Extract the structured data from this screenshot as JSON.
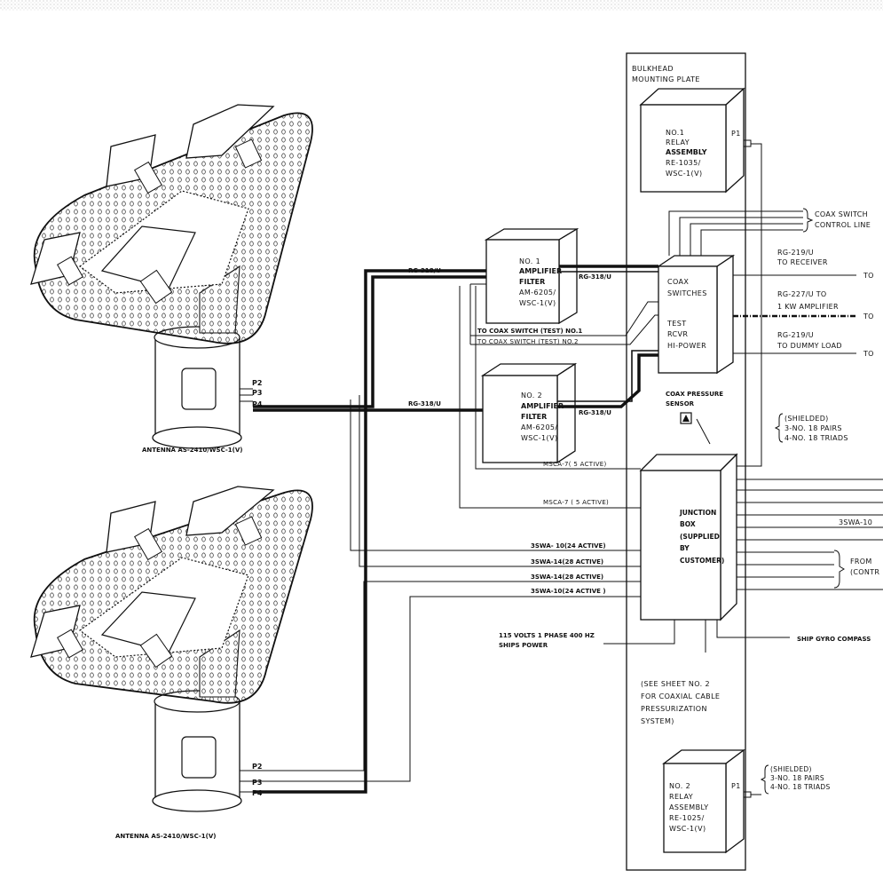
{
  "top_scan_band": "",
  "bulkhead": {
    "title_line1": "BULKHEAD",
    "title_line2": "MOUNTING PLATE"
  },
  "relay1": {
    "lines": [
      "NO.1",
      "RELAY",
      "ASSEMBLY",
      "RE-1035/",
      "WSC-1(V)"
    ],
    "port": "P1"
  },
  "relay2": {
    "lines": [
      "NO. 2",
      "RELAY",
      "ASSEMBLY",
      "RE-1025/",
      "WSC-1(V)"
    ],
    "port": "P1"
  },
  "amp1": {
    "lines": [
      "NO. 1",
      "AMPLIFIER",
      "FILTER",
      "AM-6205/",
      "WSC-1(V)"
    ]
  },
  "amp2": {
    "lines": [
      "NO. 2",
      "AMPLIFIER",
      "FILTER",
      "AM-6205/",
      "WSC-1(V)"
    ]
  },
  "coax_switches": {
    "lines": [
      "COAX",
      "SWITCHES",
      "",
      "TEST",
      "RCVR",
      "HI-POWER"
    ]
  },
  "junction_box": {
    "lines": [
      "JUNCTION",
      "BOX",
      "(SUPPLIED",
      "BY",
      "CUSTOMER)"
    ]
  },
  "coax_pressure": {
    "line1": "COAX PRESSURE",
    "line2": "SENSOR"
  },
  "antenna1": {
    "label": "ANTENNA AS-2410/WSC-1(V)",
    "ports": [
      "P2",
      "P3",
      "P4"
    ]
  },
  "antenna2": {
    "label": "ANTENNA AS-2410/WSC-1(V)",
    "ports": [
      "P2",
      "P3",
      "P4"
    ]
  },
  "cables": {
    "rg318_a1": "RG-318/U",
    "rg318_a2": "RG-318/U",
    "rg318_amp1": "RG-318/U",
    "rg318_amp2": "RG-318/U",
    "test1": "TO COAX SWITCH (TEST) NO.1",
    "test2": "TO COAX SWITCH (TEST) NO.2",
    "msca1": "MSCA-7( 5 ACTIVE)",
    "msca2": "MSCA-7 ( 5 ACTIVE)",
    "sw1": "3SWA- 10(24 ACTIVE)",
    "sw2": "3SWA-14(28 ACTIVE)",
    "sw3": "3SWA-14(28 ACTIVE)",
    "sw4": "3SWA-10(24 ACTIVE )",
    "sw_right": "3SWA-10"
  },
  "right_labels": {
    "coax_ctrl_1": "COAX SWITCH",
    "coax_ctrl_2": "CONTROL LINE",
    "rg219_rcvr_1": "RG-219/U",
    "rg219_rcvr_2": "TO RECEIVER",
    "rg227_1": "RG-227/U TO",
    "rg227_2": "1 KW AMPLIFIER",
    "rg219_dummy_1": "RG-219/U",
    "rg219_dummy_2": "TO DUMMY LOAD",
    "to1": "TO",
    "to2": "TO",
    "to3": "TO",
    "shielded1_1": "(SHIELDED)",
    "shielded1_2": "3-NO. 18 PAIRS",
    "shielded1_3": "4-NO. 18 TRIADS",
    "shielded2_1": "(SHIELDED)",
    "shielded2_2": "3-NO. 18 PAIRS",
    "shielded2_3": "4-NO. 18 TRIADS",
    "from_1": "FROM",
    "from_2": "(CONTR",
    "gyro": "SHIP GYRO COMPASS",
    "power_1": "115 VOLTS 1 PHASE 400 HZ",
    "power_2": "SHIPS POWER",
    "note_1": "(SEE SHEET NO. 2",
    "note_2": "FOR COAXIAL CABLE",
    "note_3": "PRESSURIZATION",
    "note_4": "SYSTEM)"
  }
}
